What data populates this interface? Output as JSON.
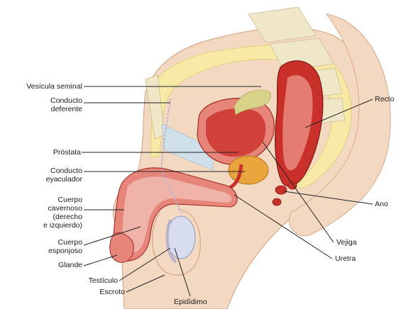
{
  "labels": {
    "vesicula_seminal": "Vesícula seminal",
    "conducto_deferente_1": "Conducto",
    "conducto_deferente_2": "deferente",
    "prostata": "Próstata",
    "conducto_eyaculador_1": "Conducto",
    "conducto_eyaculador_2": "eyaculador",
    "cuerpo_cavernoso_1": "Cuerpo",
    "cuerpo_cavernoso_2": "cavernoso",
    "cuerpo_cavernoso_3": "(derecho",
    "cuerpo_cavernoso_4": "e izquierdo)",
    "cuerpo_esponjoso_1": "Cuerpo",
    "cuerpo_esponjoso_2": "esponjoso",
    "glande": "Glande",
    "testiculo": "Testículo",
    "escroto": "Escroto",
    "epididimo": "Epidídimo",
    "recto": "Recto",
    "ano": "Ano",
    "vejiga": "Vejiga",
    "uretra": "Uretra"
  },
  "colors": {
    "skin": "#f4d9c2",
    "skin_edge": "#d9a98a",
    "fat": "#f7eaa6",
    "organ_red": "#c9302a",
    "organ_pink": "#e8857a",
    "bone": "#efe7c8",
    "prostate": "#e9a43c",
    "testis": "#d7dcef"
  }
}
